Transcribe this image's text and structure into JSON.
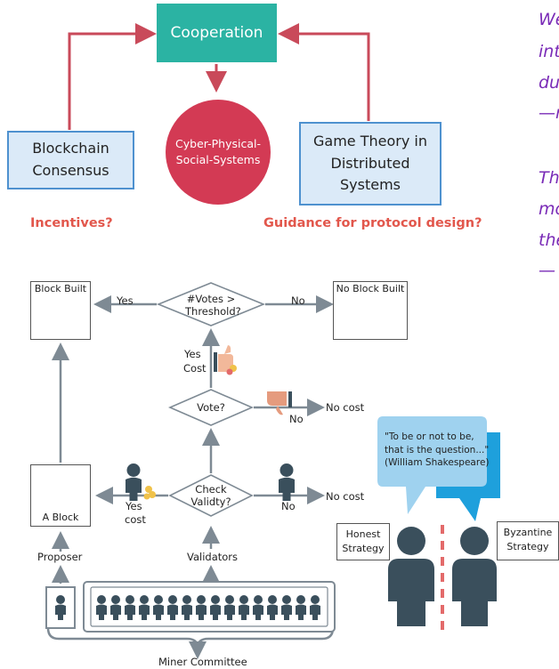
{
  "top": {
    "cooperation": "Cooperation",
    "cps_line1": "Cyber-Physical-",
    "cps_line2": "Social-Systems",
    "blockchain_line1": "Blockchain",
    "blockchain_line2": "Consensus",
    "gametheory_line1": "Game Theory in",
    "gametheory_line2": "Distributed",
    "gametheory_line3": "Systems",
    "incentives": "Incentives?",
    "guidance": "Guidance for protocol design?"
  },
  "quotes": [
    "We",
    "int",
    "du",
    "—r",
    "Th",
    "mo",
    "the",
    "— "
  ],
  "flow": {
    "block_built": "Block Built",
    "no_block_built": "No Block Built",
    "votes_q1": "#Votes >",
    "votes_q2": "Threshold?",
    "yes": "Yes",
    "no": "No",
    "yes_cost_yes": "Yes",
    "yes_cost_cost": "Cost",
    "vote_q": "Vote?",
    "no_cost": "No cost",
    "no_vote": "No",
    "check_q1": "Check",
    "check_q2": "Validty?",
    "yes_lower": "Yes",
    "cost_lower": "cost",
    "no_lower": "No",
    "no_cost_lower": "No cost",
    "a_block": "A Block",
    "proposer": "Proposer",
    "validators": "Validators",
    "miner_committee": "Miner Committee"
  },
  "bubble": {
    "line1": "\"To be or not to be,",
    "line2": "that is the question...\"",
    "line3": "(William Shakespeare)"
  },
  "strategies": {
    "honest_line1": "Honest",
    "honest_line2": "Strategy",
    "byzantine_line1": "Byzantine",
    "byzantine_line2": "Strategy"
  },
  "colors": {
    "teal": "#2bb3a3",
    "red": "#d33a54",
    "arrow_red": "#c94a5a",
    "blue_fill": "#dbeaf8",
    "blue_border": "#4e91cf",
    "orange": "#e2574c",
    "purple": "#7a2bb7",
    "gray": "#7e8a94",
    "person": "#3a4f5c"
  }
}
